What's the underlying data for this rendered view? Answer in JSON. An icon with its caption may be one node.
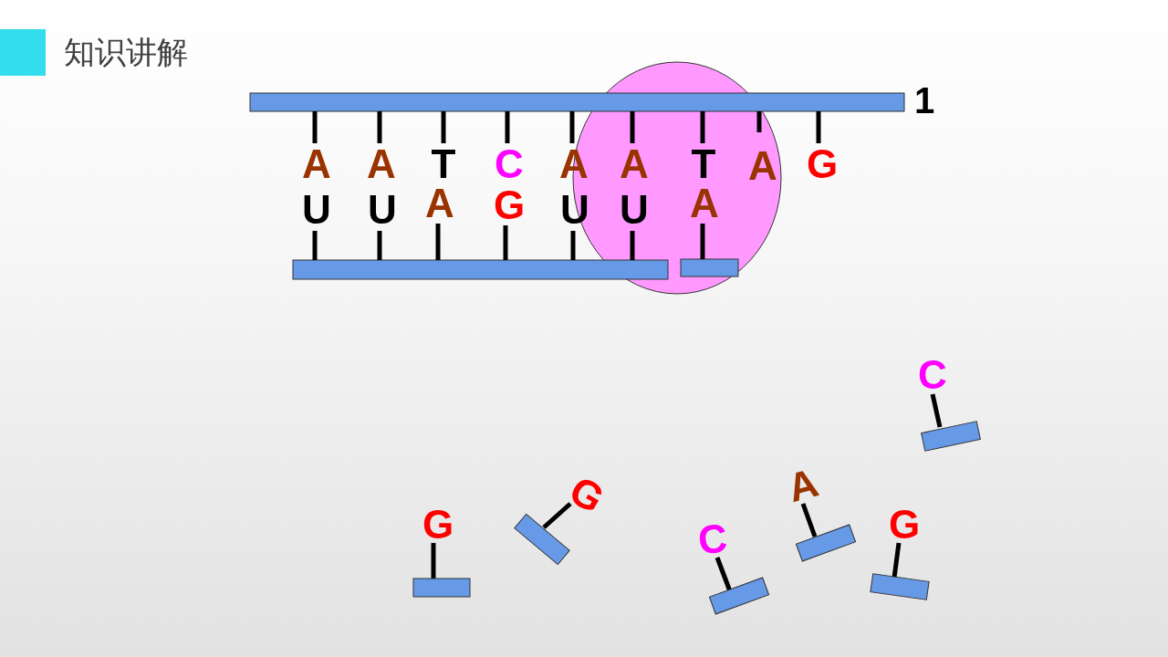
{
  "diagram": {
    "title": "知识讲解",
    "labels": [
      "1",
      "A",
      "A",
      "T",
      "C",
      "A",
      "A",
      "T",
      "A",
      "G",
      "U",
      "U",
      "A",
      "G",
      "U",
      "U",
      "A",
      "C",
      "G",
      "G",
      "C",
      "A",
      "G"
    ]
  }
}
